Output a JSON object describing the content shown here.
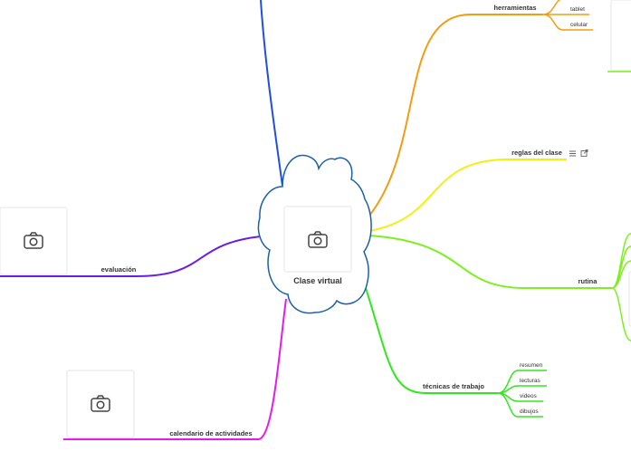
{
  "central": {
    "label": "Clase virtual",
    "image_icon": "camera-icon"
  },
  "branches": {
    "herramientas": {
      "label": "herramientas",
      "color": "#f39c12",
      "children": [
        "tablet",
        "celular"
      ]
    },
    "reglas": {
      "label": "reglas del clase",
      "color": "#f1f10f",
      "icons": [
        "notes-icon",
        "link-icon"
      ]
    },
    "rutina": {
      "label": "rutina",
      "color": "#7cf01e"
    },
    "tecnicas": {
      "label": "técnicas de trabajo",
      "color": "#2ee81c",
      "children": [
        "resumen",
        "lecturas",
        "videos",
        "dibujos"
      ]
    },
    "calendario": {
      "label": "calendario de actividades",
      "color": "#e51ce8",
      "image_icon": "camera-icon"
    },
    "evaluacion": {
      "label": "evaluación",
      "color": "#6a1ee0",
      "image_icon": "camera-icon"
    },
    "top": {
      "color": "#1e4fe0"
    }
  },
  "colors": {
    "cloud_stroke": "#1a5fa8"
  }
}
